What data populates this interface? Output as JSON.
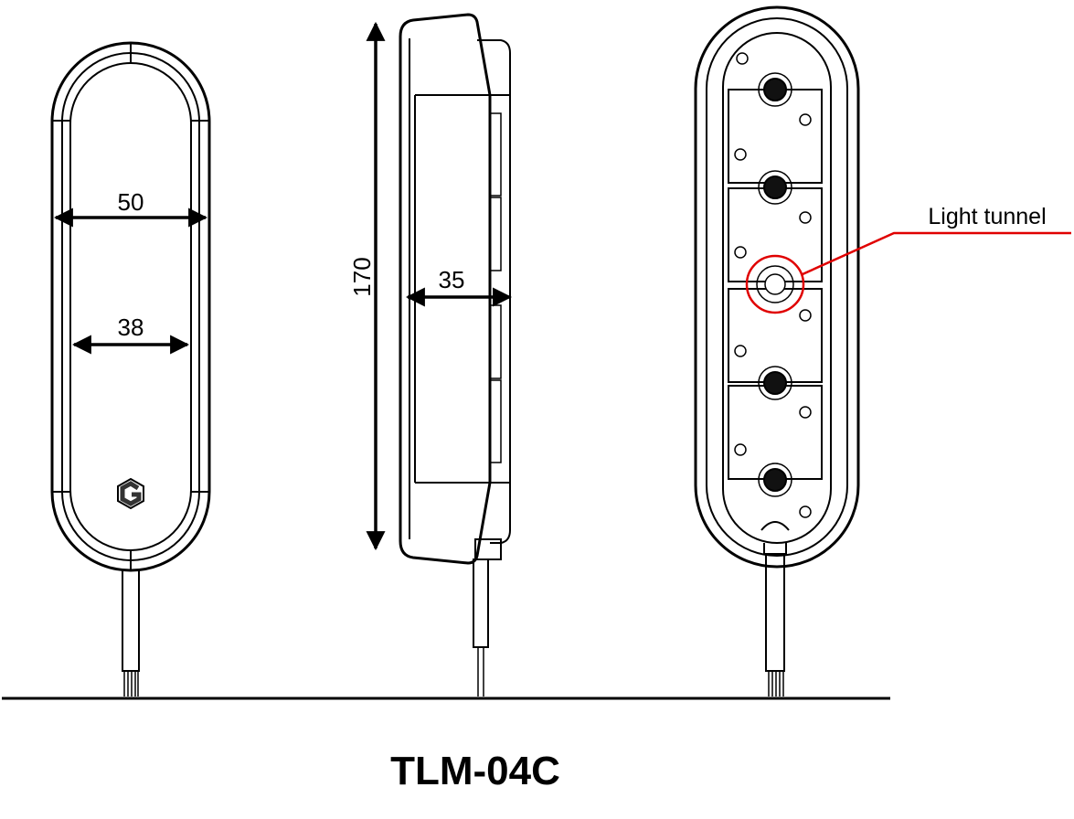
{
  "drawing": {
    "model_name": "TLM-04C",
    "dimensions": {
      "outer_width": "50",
      "inner_width": "38",
      "height": "170",
      "depth": "35"
    },
    "callout": {
      "label": "Light tunnel",
      "color": "#e00000"
    },
    "colors": {
      "line": "#000000",
      "background": "#ffffff",
      "callout": "#e00000"
    },
    "views": [
      "front-view",
      "side-view",
      "rear-view"
    ]
  }
}
